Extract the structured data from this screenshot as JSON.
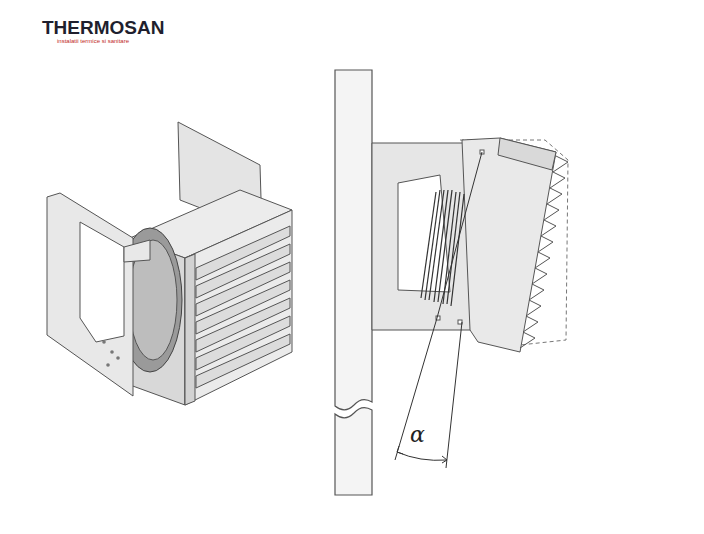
{
  "diagram": {
    "labels": [
      "THERMOSAN",
      "instalatii termice si sanitare",
      "α"
    ]
  }
}
